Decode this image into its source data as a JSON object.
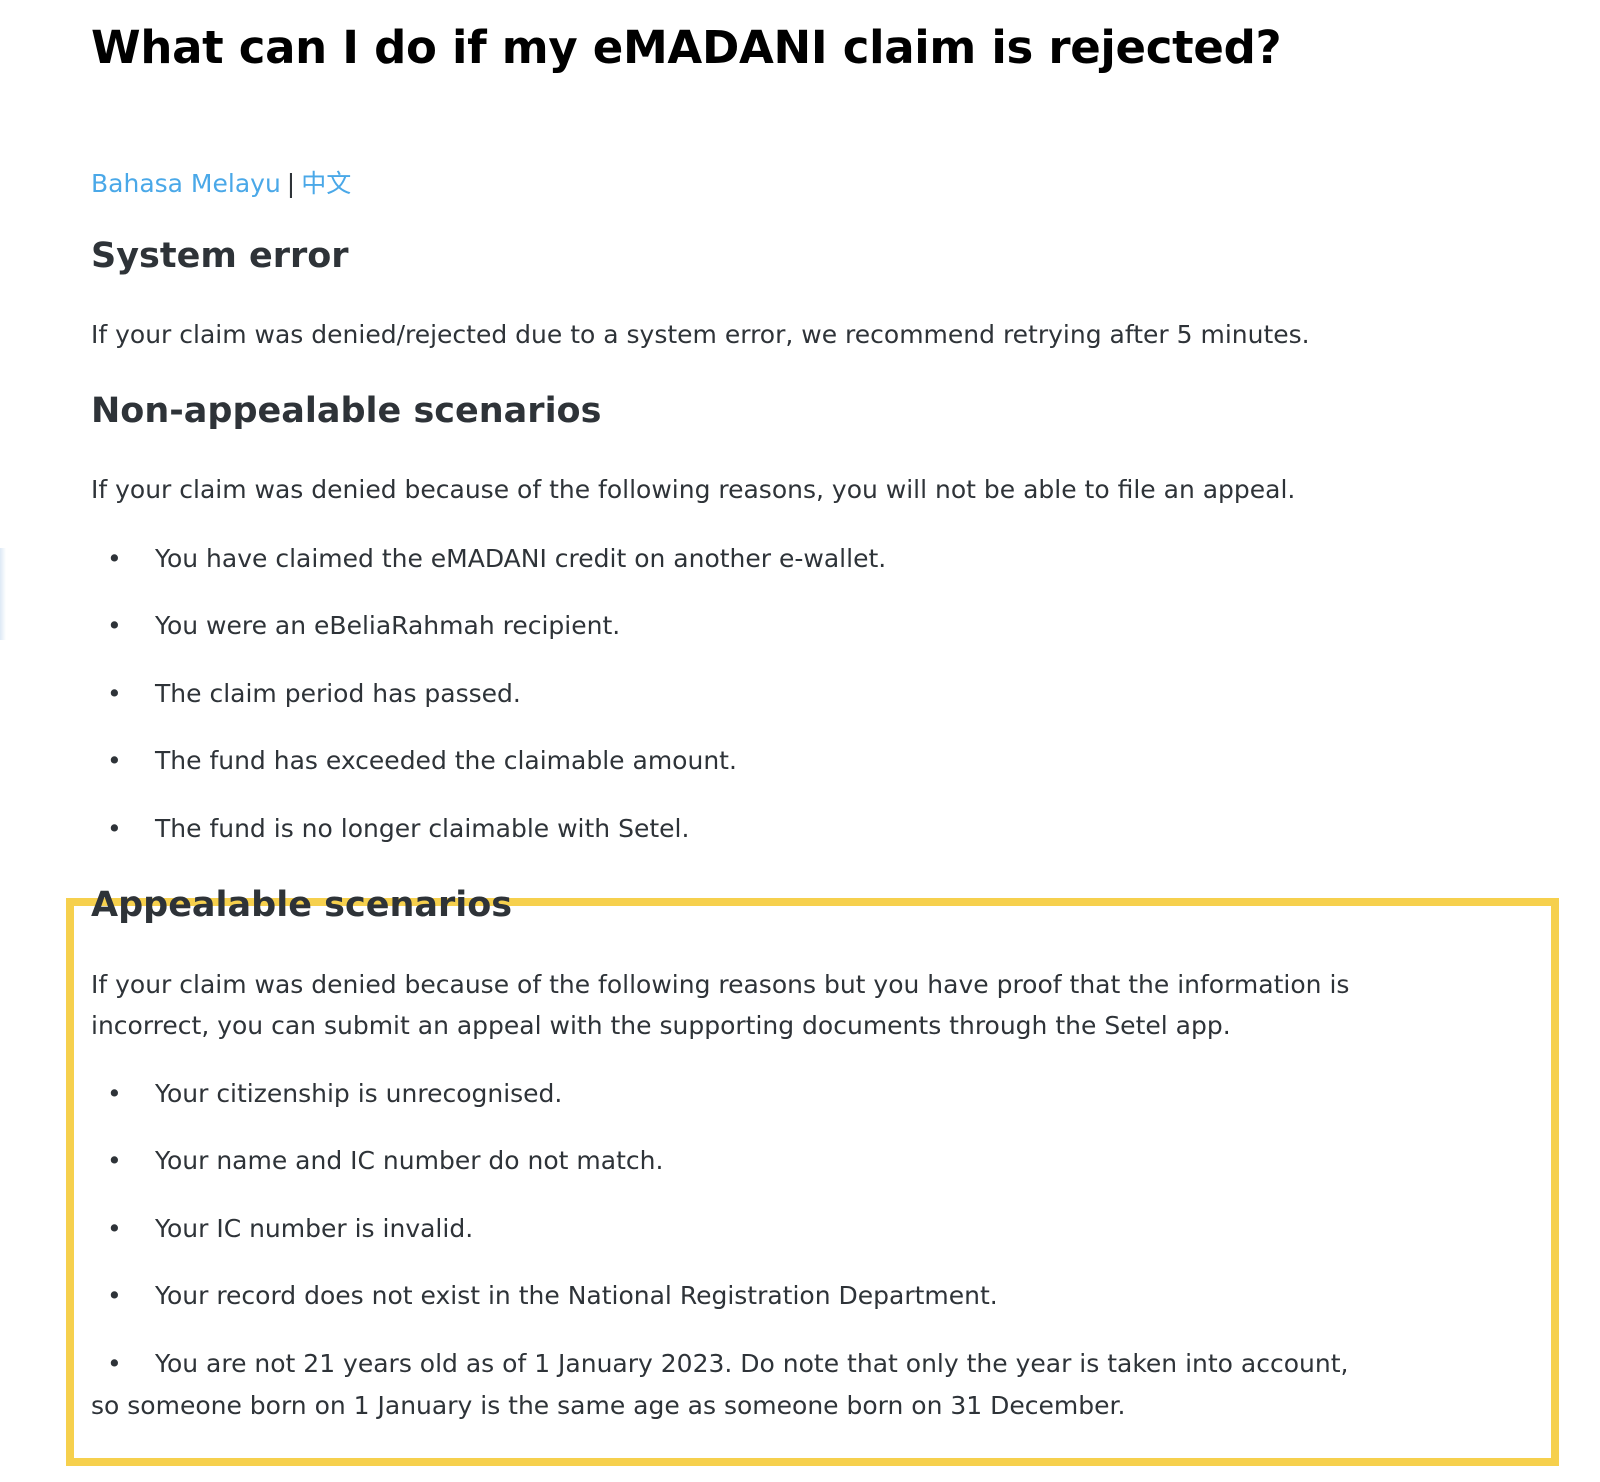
{
  "page": {
    "title": "What can I do if my eMADANI claim is rejected?"
  },
  "languages": {
    "malay": "Bahasa Melayu",
    "separator": "|",
    "chinese": "中文"
  },
  "system_error": {
    "heading": "System error",
    "text": "If your claim was denied/rejected due to a system error, we recommend retrying after 5 minutes."
  },
  "non_appealable": {
    "heading": "Non-appealable scenarios",
    "intro": "If your claim was denied because of the following reasons, you will not be able to file an appeal.",
    "items": [
      "You have claimed the eMADANI credit on another e-wallet.",
      "You were an eBeliaRahmah recipient.",
      "The claim period has passed.",
      "The fund has exceeded the claimable amount.",
      "The fund is no longer claimable with Setel."
    ]
  },
  "appealable": {
    "heading": "Appealable scenarios",
    "intro_line1": "If your claim was denied because of the following reasons but you have proof that the information is",
    "intro_line2": "incorrect, you can submit an appeal with the supporting documents through the Setel app.",
    "items": [
      "Your citizenship is unrecognised.",
      "Your name and IC number do not match.",
      "Your IC number is invalid.",
      "Your record does not exist in the National Registration Department."
    ],
    "last_item_line1": "You are not 21 years old as of 1 January 2023. Do note that only the year is taken into account,",
    "last_item_line2": "so someone born on 1 January is the same age as someone born on 31 December."
  },
  "colors": {
    "link": "#4aa8e8",
    "highlight_border": "#f6d04d",
    "text": "#2e3338"
  },
  "bullet_glyph": "•"
}
